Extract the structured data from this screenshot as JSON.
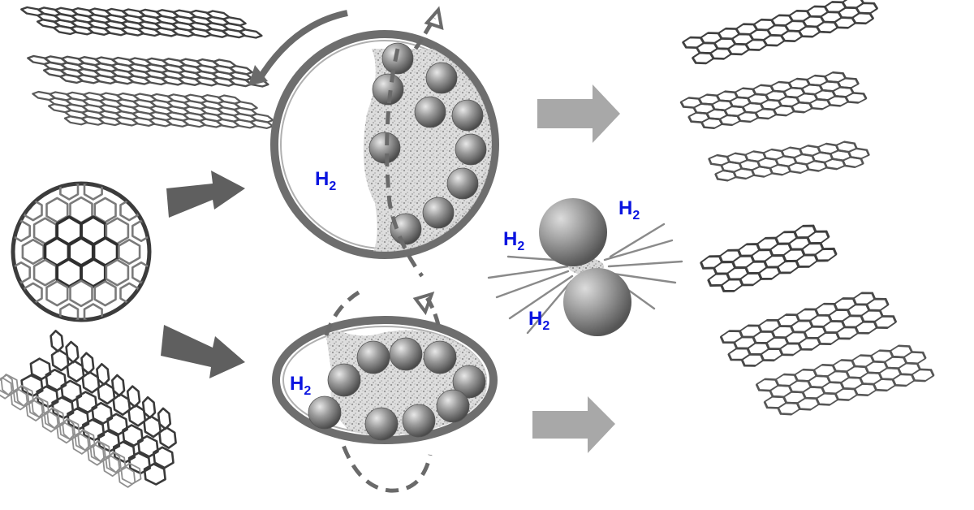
{
  "labels": {
    "h2_jar_top": "H",
    "h2_jar_top_sub": "2",
    "h2_jar_bottom": "H",
    "h2_jar_bottom_sub": "2",
    "h2_collision_top": "H",
    "h2_collision_top_sub": "2",
    "h2_collision_left": "H",
    "h2_collision_left_sub": "2",
    "h2_collision_bottom": "H",
    "h2_collision_bottom_sub": "2"
  },
  "colors": {
    "structure_line": "#4a4a4a",
    "structure_line_light": "#8a8a8a",
    "arrow_dark": "#5f5f5f",
    "arrow_light": "#a8a8a8",
    "jar_ring": "#6e6e6e",
    "ball": "#8c8c8c",
    "h2_text": "#0a14e0"
  },
  "icons": {
    "graphite": "graphene-layers-icon",
    "fullerene": "c60-fullerene-icon",
    "nanotube": "carbon-nanotube-icon",
    "planetary_jar": "planetary-mill-jar-icon",
    "shaker_jar": "shaker-mill-jar-icon",
    "ball_collision": "ball-collision-icon",
    "product_top": "disordered-hydrogenated-carbon-icon",
    "product_bottom": "hydrogenated-graphene-stack-icon"
  }
}
